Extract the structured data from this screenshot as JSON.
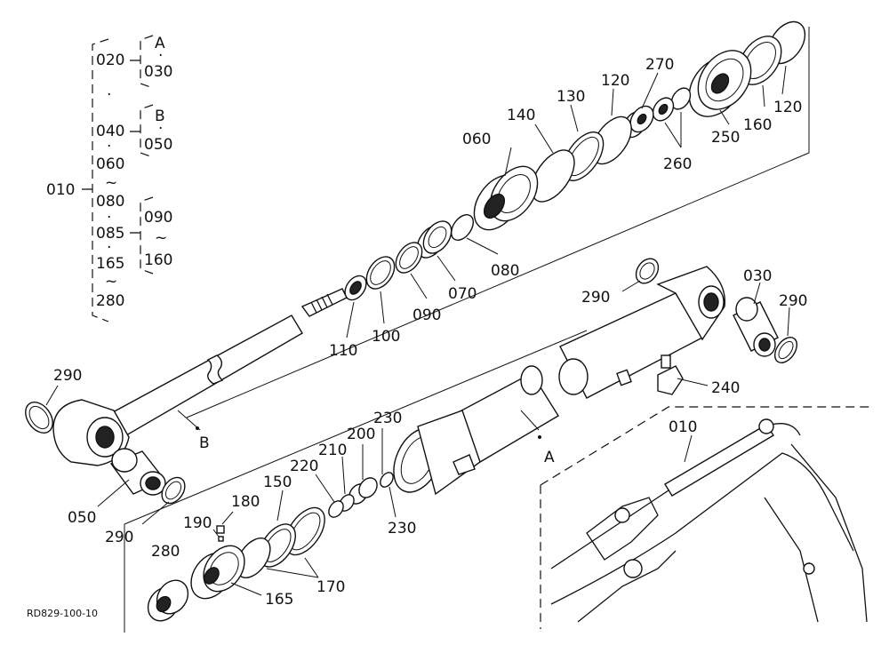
{
  "figure_code": "RD829-100-10",
  "tree": {
    "root": "010",
    "items": [
      "020",
      "·",
      "040",
      "·",
      "060",
      "~",
      "080",
      "·",
      "085",
      "·",
      "165",
      "~",
      "280"
    ],
    "groups": [
      {
        "letter": "A",
        "sep": "·",
        "part": "030"
      },
      {
        "letter": "B",
        "sep": "·",
        "part": "050"
      },
      {
        "from": "090",
        "sep": "~",
        "to": "160"
      }
    ]
  },
  "callouts": {
    "p060": "060",
    "p140": "140",
    "p130": "130",
    "p120a": "120",
    "p270": "270",
    "p250": "250",
    "p160": "160",
    "p120b": "120",
    "p260": "260",
    "p080": "080",
    "p070": "070",
    "p090": "090",
    "p100": "100",
    "p110": "110",
    "p290a": "290",
    "p030": "030",
    "p290b": "290",
    "p240": "240",
    "p290c": "290",
    "pB": "B",
    "p050": "050",
    "p290d": "290",
    "p230a": "230",
    "p200": "200",
    "p210": "210",
    "p220": "220",
    "p230b": "230",
    "pA": "A",
    "p180": "180",
    "p150": "150",
    "p190": "190",
    "p280": "280",
    "p165": "165",
    "p170": "170",
    "p010": "010"
  }
}
